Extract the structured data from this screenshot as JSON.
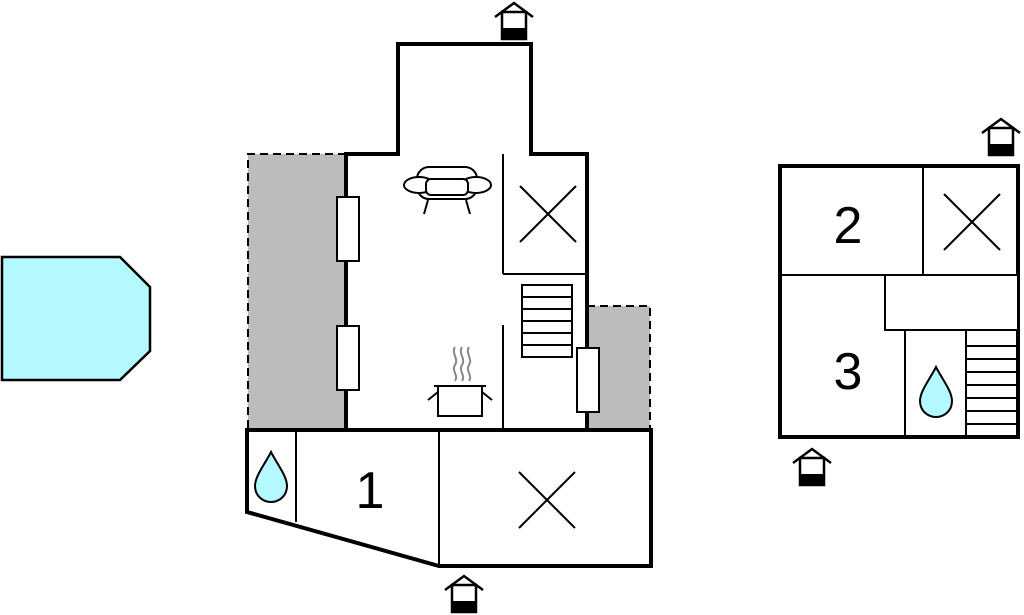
{
  "floorplan": {
    "room_labels": [
      "1",
      "2",
      "3"
    ],
    "colors": {
      "wall": "#000000",
      "terrace": "#bcbcbc",
      "pool": "#b3f9ff",
      "water_drop": "#b3f9ff"
    },
    "icons": [
      "entrance-icon",
      "sofa-icon",
      "cooking-pot-icon",
      "water-drop-icon",
      "bedroom-cross-icon",
      "stairs-icon",
      "window-icon",
      "pool-icon"
    ]
  }
}
